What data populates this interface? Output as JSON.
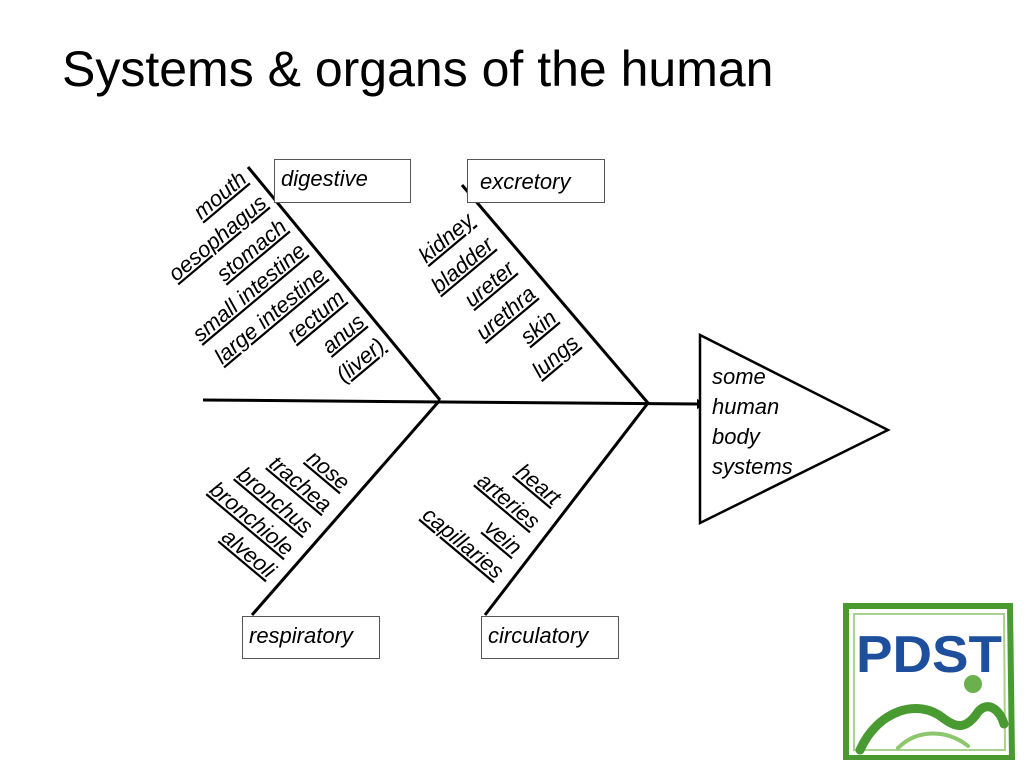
{
  "slide": {
    "title": "Systems & organs of the human"
  },
  "effect": {
    "lines": [
      "some",
      "human",
      "body",
      "systems"
    ]
  },
  "categories": {
    "digestive": {
      "label": "digestive",
      "items": [
        "mouth",
        "oesophagus",
        "stomach",
        "small intestine",
        "large intestine",
        "rectum",
        "anus",
        "(liver)"
      ]
    },
    "excretory": {
      "label": "excretory",
      "items": [
        "kidney",
        "bladder",
        "ureter",
        "urethra",
        "skin",
        "lungs"
      ]
    },
    "respiratory": {
      "label": "respiratory",
      "items": [
        "nose",
        "trachea",
        "bronchus",
        "bronchiole",
        "alveoli"
      ]
    },
    "circulatory": {
      "label": "circulatory",
      "items": [
        "heart",
        "arteries",
        "vein",
        "capillaries"
      ]
    }
  },
  "logo": {
    "text": "PDST",
    "colors": {
      "frame": "#4a9a32",
      "text": "#1e4f9c"
    }
  }
}
